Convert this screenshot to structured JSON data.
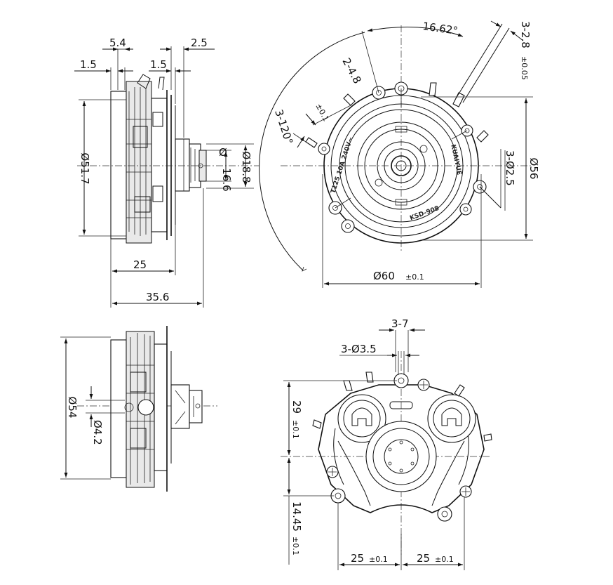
{
  "dimensions": {
    "side_top_5_4": "5.4",
    "side_top_1_5_left": "1.5",
    "side_top_2_5": "2.5",
    "side_top_1_5_right": "1.5",
    "side_dia_51_7": "Ø51.7",
    "side_dia_18_8": "Ø18.8",
    "side_dia_16_6": "16.6",
    "side_len_25": "25",
    "side_len_35_6": "35.6",
    "front_angle_16_62": "16.62°",
    "front_3_2_8": "3-2.8",
    "front_3_2_8_tol": "±0.05",
    "front_2_4_8": "2-4.8",
    "front_2_4_8_tol": "±0.1",
    "front_3_120": "3-120°",
    "front_dia_56": "Ø56",
    "front_3_dia_2_5": "3-Ø2.5",
    "front_dia_60": "Ø60",
    "front_dia_60_tol": "±0.1",
    "side2_dia_54": "Ø54",
    "side2_dia_4_2": "Ø4.2",
    "back_3_7": "3-7",
    "back_3_dia_3_5": "3-Ø3.5",
    "back_29": "29",
    "back_29_tol": "±0.1",
    "back_14_45": "14.45",
    "back_14_45_tol": "±0.1",
    "back_25_left": "25",
    "back_25_left_tol": "±0.1",
    "back_25_right": "25",
    "back_25_right_tol": "±0.1"
  },
  "part_markings": {
    "rating": "T125 10A 240V~",
    "brand": "KUAIYUE",
    "model": "KSD-908"
  },
  "colors": {
    "line": "#111111",
    "background": "#ffffff"
  }
}
